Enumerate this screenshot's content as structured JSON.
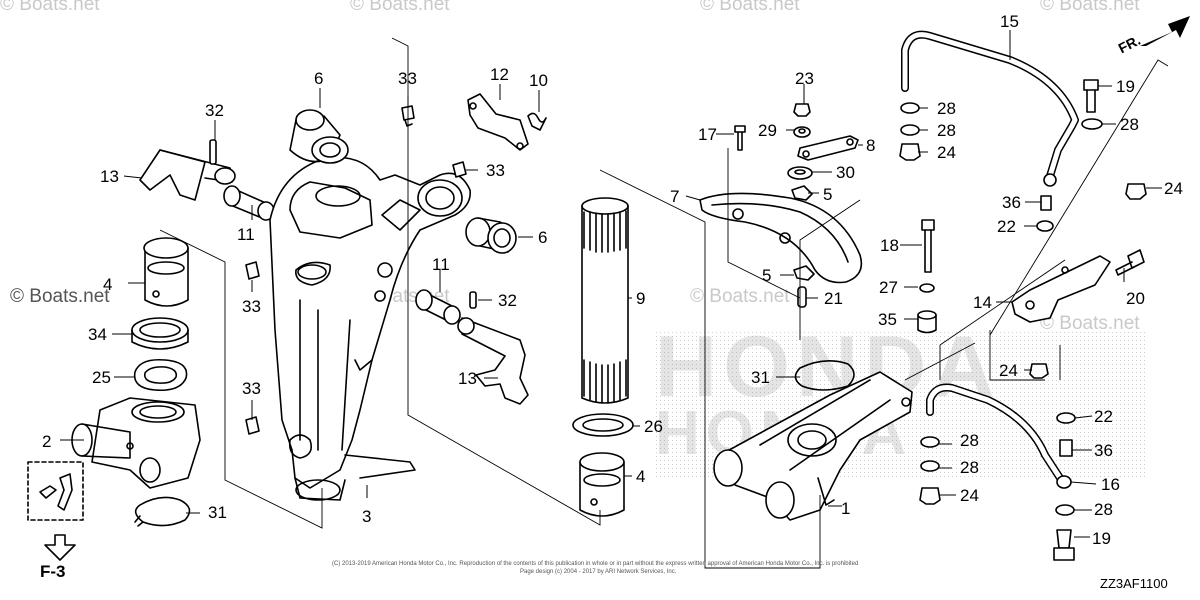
{
  "watermarks": {
    "site": "© Boats.net",
    "site_short": "Boats.net",
    "brand": "HONDA"
  },
  "diagram_code": "ZZ3AF1100",
  "section_ref": "F-3",
  "front_marker": "FR.",
  "copyright_line1": "(C) 2013-2019 American Honda Motor Co., Inc. Reproduction of the contents of this publication in whole or in part without the express written approval of American Honda Motor Co., Inc. is prohibited",
  "copyright_line2": "Page design (c) 2004 - 2017 by ARI Network Services, Inc.",
  "callouts": [
    {
      "id": "1",
      "text": "1"
    },
    {
      "id": "2",
      "text": "2"
    },
    {
      "id": "3",
      "text": "3"
    },
    {
      "id": "4a",
      "text": "4"
    },
    {
      "id": "4b",
      "text": "4"
    },
    {
      "id": "5a",
      "text": "5"
    },
    {
      "id": "5b",
      "text": "5"
    },
    {
      "id": "6a",
      "text": "6"
    },
    {
      "id": "6b",
      "text": "6"
    },
    {
      "id": "7",
      "text": "7"
    },
    {
      "id": "8",
      "text": "8"
    },
    {
      "id": "9",
      "text": "9"
    },
    {
      "id": "10",
      "text": "10"
    },
    {
      "id": "11a",
      "text": "11"
    },
    {
      "id": "11b",
      "text": "11"
    },
    {
      "id": "12",
      "text": "12"
    },
    {
      "id": "13a",
      "text": "13"
    },
    {
      "id": "13b",
      "text": "13"
    },
    {
      "id": "14",
      "text": "14"
    },
    {
      "id": "15",
      "text": "15"
    },
    {
      "id": "16",
      "text": "16"
    },
    {
      "id": "17",
      "text": "17"
    },
    {
      "id": "18",
      "text": "18"
    },
    {
      "id": "19a",
      "text": "19"
    },
    {
      "id": "19b",
      "text": "19"
    },
    {
      "id": "20",
      "text": "20"
    },
    {
      "id": "21",
      "text": "21"
    },
    {
      "id": "22a",
      "text": "22"
    },
    {
      "id": "22b",
      "text": "22"
    },
    {
      "id": "23",
      "text": "23"
    },
    {
      "id": "24a",
      "text": "24"
    },
    {
      "id": "24b",
      "text": "24"
    },
    {
      "id": "24c",
      "text": "24"
    },
    {
      "id": "24d",
      "text": "24"
    },
    {
      "id": "25",
      "text": "25"
    },
    {
      "id": "26",
      "text": "26"
    },
    {
      "id": "27",
      "text": "27"
    },
    {
      "id": "28a",
      "text": "28"
    },
    {
      "id": "28b",
      "text": "28"
    },
    {
      "id": "28c",
      "text": "28"
    },
    {
      "id": "28d",
      "text": "28"
    },
    {
      "id": "28e",
      "text": "28"
    },
    {
      "id": "28f",
      "text": "28"
    },
    {
      "id": "29",
      "text": "29"
    },
    {
      "id": "30",
      "text": "30"
    },
    {
      "id": "31a",
      "text": "31"
    },
    {
      "id": "31b",
      "text": "31"
    },
    {
      "id": "32a",
      "text": "32"
    },
    {
      "id": "32b",
      "text": "32"
    },
    {
      "id": "33a",
      "text": "33"
    },
    {
      "id": "33b",
      "text": "33"
    },
    {
      "id": "33c",
      "text": "33"
    },
    {
      "id": "33d",
      "text": "33"
    },
    {
      "id": "34",
      "text": "34"
    },
    {
      "id": "35",
      "text": "35"
    },
    {
      "id": "36a",
      "text": "36"
    },
    {
      "id": "36b",
      "text": "36"
    }
  ]
}
